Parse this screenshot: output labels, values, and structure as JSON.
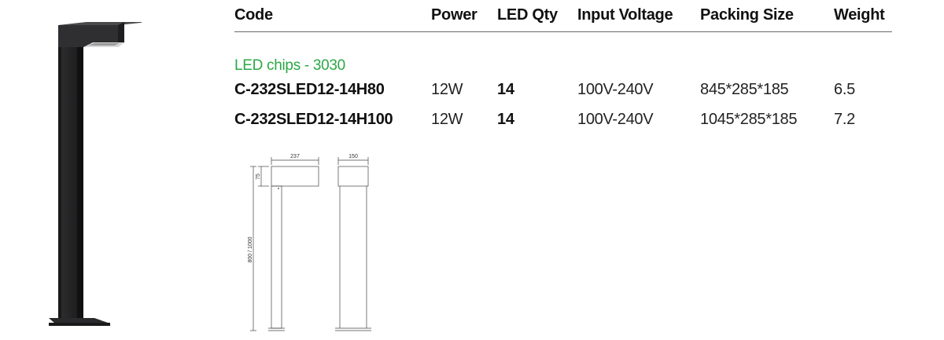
{
  "table": {
    "headers": [
      "Code",
      "Power",
      "LED Qty",
      "Input Voltage",
      "Packing Size",
      "Weight"
    ],
    "group_label": "LED chips - 3030",
    "rows": [
      {
        "code": "C-232SLED12-14H80",
        "power": "12W",
        "led_qty": "14",
        "voltage": "100V-240V",
        "packing": "845*285*185",
        "weight": "6.5"
      },
      {
        "code": "C-232SLED12-14H100",
        "power": "12W",
        "led_qty": "14",
        "voltage": "100V-240V",
        "packing": "1045*285*185",
        "weight": "7.2"
      }
    ]
  },
  "drawing": {
    "width_front": "237",
    "width_side": "150",
    "head_height": "75",
    "total_height": "800 / 1000"
  }
}
